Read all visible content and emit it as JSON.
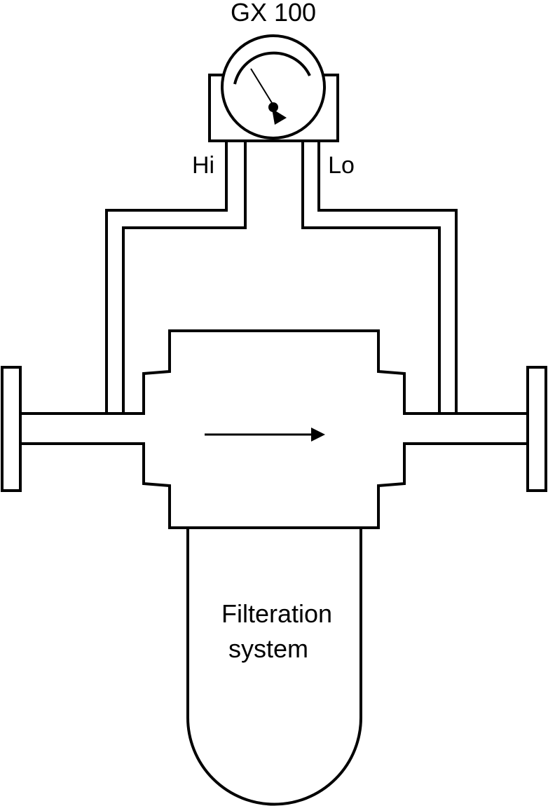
{
  "gauge": {
    "title": "GX 100"
  },
  "ports": {
    "high": "Hi",
    "low": "Lo"
  },
  "filter": {
    "line1": "Filteration",
    "line2": "system"
  },
  "colors": {
    "stroke": "#000000",
    "background": "#ffffff"
  }
}
